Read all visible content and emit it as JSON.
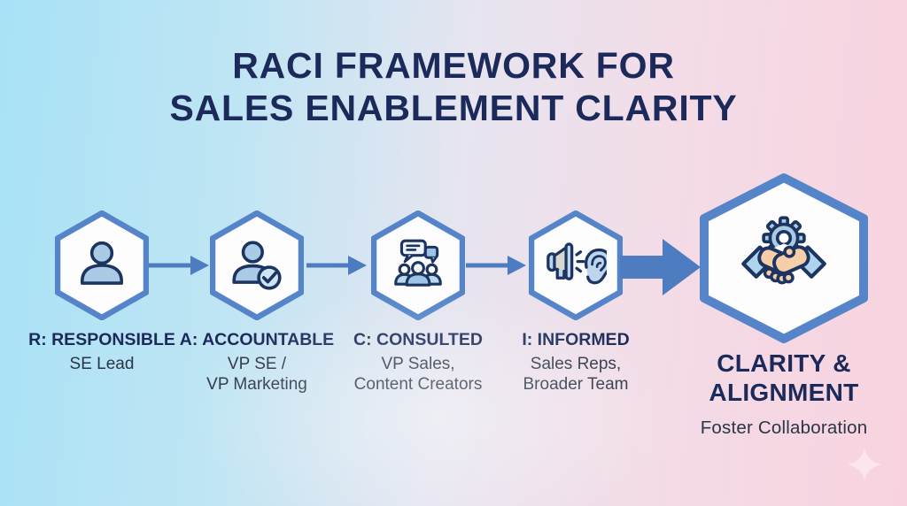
{
  "title": {
    "line1": "RACI FRAMEWORK FOR",
    "line2": "SALES ENABLEMENT CLARITY"
  },
  "steps": [
    {
      "id": "responsible",
      "icon": "person-icon",
      "label": "R: RESPONSIBLE",
      "sub1": "SE Lead",
      "sub2": ""
    },
    {
      "id": "accountable",
      "icon": "person-check-icon",
      "label": "A: ACCOUNTABLE",
      "sub1": "VP SE /",
      "sub2": "VP Marketing"
    },
    {
      "id": "consulted",
      "icon": "group-discussion-icon",
      "label": "C: CONSULTED",
      "sub1": "VP Sales,",
      "sub2": "Content Creators"
    },
    {
      "id": "informed",
      "icon": "megaphone-ear-icon",
      "label": "I: INFORMED",
      "sub1": "Sales Reps,",
      "sub2": "Broader Team"
    }
  ],
  "outcome": {
    "id": "clarity-alignment",
    "icon": "handshake-gear-icon",
    "label_line1": "CLARITY &",
    "label_line2": "ALIGNMENT",
    "sublabel": "Foster Collaboration"
  },
  "colors": {
    "background_left": "#a8e2f6",
    "background_right": "#f8d3df",
    "hexagon_border": "#5585c8",
    "hexagon_fill": "#fdfdfe",
    "arrow": "#4d7dc0",
    "title_text": "#1b2a5a",
    "label_text": "#1b2a5a",
    "sublabel_text": "#2b3545",
    "icon_outline": "#1d3461",
    "icon_fill": "#aecde6",
    "handshake_skin": "#f6cfa8",
    "sparkle": "#fce6ee"
  }
}
